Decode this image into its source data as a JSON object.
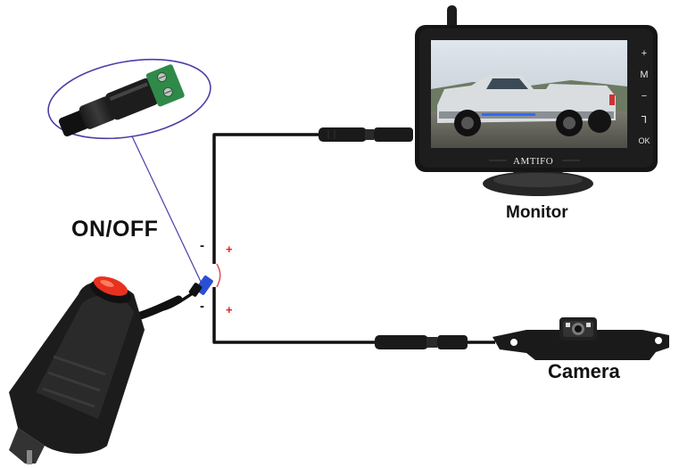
{
  "labels": {
    "on_off": "ON/OFF",
    "monitor": "Monitor",
    "camera": "Camera"
  },
  "monitor": {
    "brand": "AMTIFO",
    "buttons": [
      "+",
      "M",
      "−",
      "⅂",
      "OK"
    ]
  },
  "polarity": {
    "negative": "-",
    "positive": "+"
  },
  "colors": {
    "cable": "#111111",
    "positive_mark": "#dd2222",
    "switch_button": "#e8321e",
    "highlight_ellipse": "#4b3ea8",
    "connector_blue": "#2a4fd6"
  },
  "icons": {
    "power_adapter": "car-cigarette-lighter-plug",
    "screw_terminal": "dc-screw-terminal-connector",
    "monitor": "rear-view-monitor",
    "camera": "license-plate-backup-camera",
    "antenna": "antenna"
  }
}
